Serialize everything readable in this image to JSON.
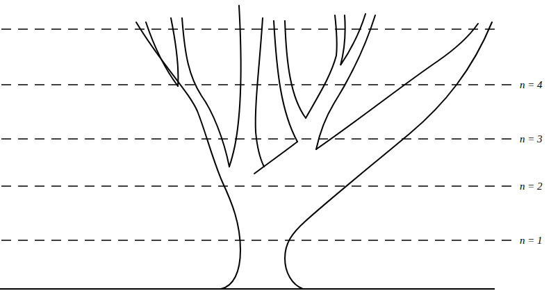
{
  "diagram": {
    "labels": [
      "n = 4",
      "n = 3",
      "n = 2",
      "n = 1"
    ]
  }
}
